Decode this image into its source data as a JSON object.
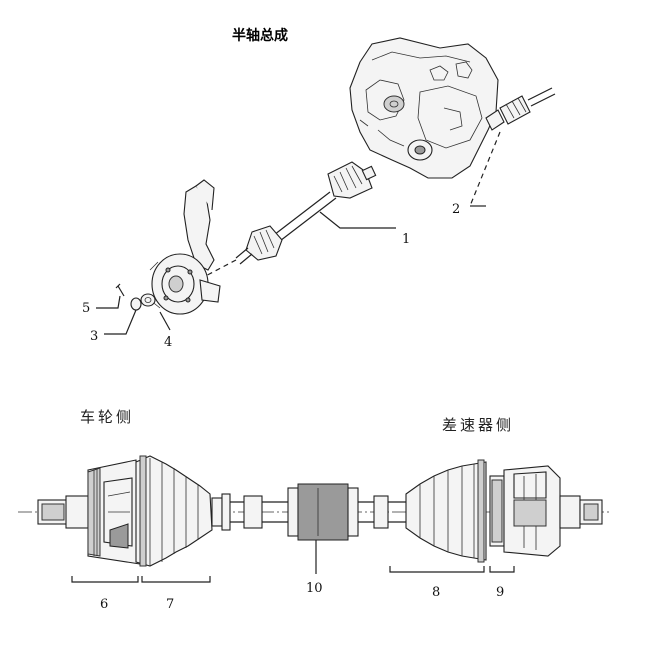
{
  "title": "半轴总成",
  "labels": {
    "wheel_side": "车轮侧",
    "diff_side": "差速器侧"
  },
  "callouts": [
    "1",
    "2",
    "3",
    "4",
    "5",
    "6",
    "7",
    "8",
    "9",
    "10"
  ]
}
